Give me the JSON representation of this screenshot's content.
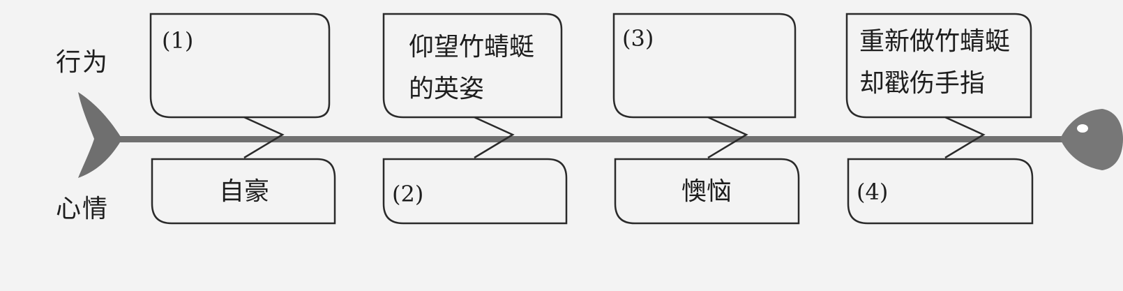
{
  "rows": {
    "behavior": "行为",
    "mood": "心情"
  },
  "stages": [
    {
      "behavior": "(1)",
      "mood": "自豪"
    },
    {
      "behavior": "仰望竹蜻蜓\n的英姿",
      "mood": "(2)"
    },
    {
      "behavior": "(3)",
      "mood": "懊恼"
    },
    {
      "behavior": "重新做竹蜻蜓\n却戳伤手指",
      "mood": "(4)"
    }
  ],
  "colors": {
    "spine": "#707070",
    "fish": "#6f6f6f",
    "box_stroke": "#2a2a2a",
    "background": "#f3f3f3"
  }
}
